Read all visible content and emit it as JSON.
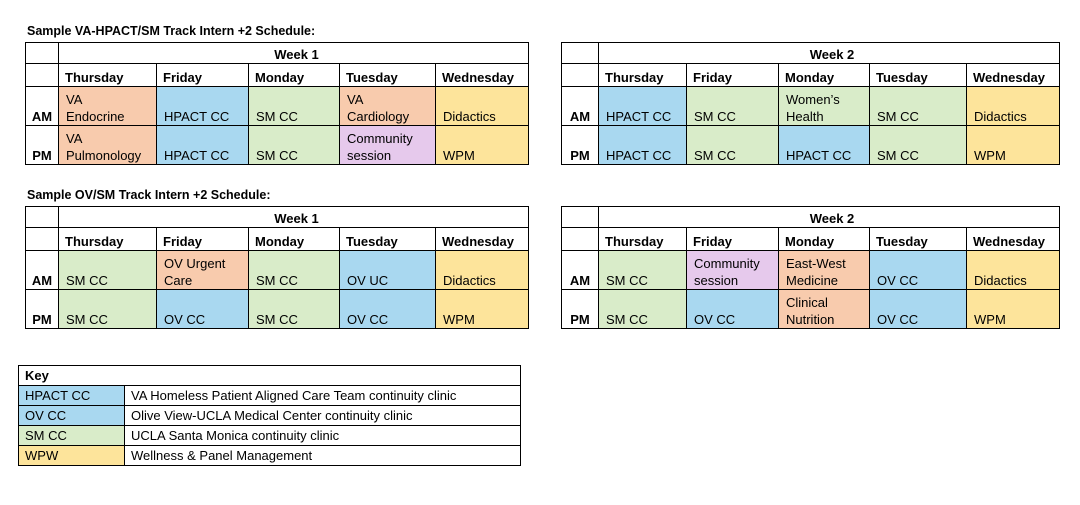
{
  "sections": [
    {
      "title": "Sample VA-HPACT/SM Track Intern +2 Schedule:",
      "tables": [
        {
          "week": "Week 1",
          "days": [
            "Thursday",
            "Friday",
            "Monday",
            "Tuesday",
            "Wednesday"
          ],
          "rows": [
            {
              "label": "AM",
              "cells": [
                {
                  "lines": [
                    "VA",
                    "Endocrine"
                  ],
                  "color": "orange"
                },
                {
                  "lines": [
                    "HPACT CC"
                  ],
                  "color": "blue"
                },
                {
                  "lines": [
                    "SM CC"
                  ],
                  "color": "green"
                },
                {
                  "lines": [
                    "VA",
                    "Cardiology"
                  ],
                  "color": "orange"
                },
                {
                  "lines": [
                    "Didactics"
                  ],
                  "color": "yellow"
                }
              ]
            },
            {
              "label": "PM",
              "cells": [
                {
                  "lines": [
                    "VA",
                    "Pulmonology"
                  ],
                  "color": "orange"
                },
                {
                  "lines": [
                    "HPACT CC"
                  ],
                  "color": "blue"
                },
                {
                  "lines": [
                    "SM CC"
                  ],
                  "color": "green"
                },
                {
                  "lines": [
                    "Community",
                    "session"
                  ],
                  "color": "purple"
                },
                {
                  "lines": [
                    "WPM"
                  ],
                  "color": "yellow"
                }
              ]
            }
          ]
        },
        {
          "week": "Week 2",
          "days": [
            "Thursday",
            "Friday",
            "Monday",
            "Tuesday",
            "Wednesday"
          ],
          "rows": [
            {
              "label": "AM",
              "cells": [
                {
                  "lines": [
                    "HPACT CC"
                  ],
                  "color": "blue"
                },
                {
                  "lines": [
                    "SM CC"
                  ],
                  "color": "green"
                },
                {
                  "lines": [
                    "Women’s",
                    "Health"
                  ],
                  "color": "green"
                },
                {
                  "lines": [
                    "SM CC"
                  ],
                  "color": "green"
                },
                {
                  "lines": [
                    "Didactics"
                  ],
                  "color": "yellow"
                }
              ]
            },
            {
              "label": "PM",
              "cells": [
                {
                  "lines": [
                    "HPACT CC"
                  ],
                  "color": "blue"
                },
                {
                  "lines": [
                    "SM CC"
                  ],
                  "color": "green"
                },
                {
                  "lines": [
                    "HPACT CC"
                  ],
                  "color": "blue"
                },
                {
                  "lines": [
                    "SM CC"
                  ],
                  "color": "green"
                },
                {
                  "lines": [
                    "WPM"
                  ],
                  "color": "yellow"
                }
              ]
            }
          ]
        }
      ]
    },
    {
      "title": "Sample OV/SM Track Intern +2 Schedule:",
      "tables": [
        {
          "week": "Week 1",
          "days": [
            "Thursday",
            "Friday",
            "Monday",
            "Tuesday",
            "Wednesday"
          ],
          "rows": [
            {
              "label": "AM",
              "cells": [
                {
                  "lines": [
                    "SM CC"
                  ],
                  "color": "green"
                },
                {
                  "lines": [
                    "OV Urgent",
                    "Care"
                  ],
                  "color": "orange"
                },
                {
                  "lines": [
                    "SM CC"
                  ],
                  "color": "green"
                },
                {
                  "lines": [
                    "OV UC"
                  ],
                  "color": "blue"
                },
                {
                  "lines": [
                    "Didactics"
                  ],
                  "color": "yellow"
                }
              ]
            },
            {
              "label": "PM",
              "cells": [
                {
                  "lines": [
                    "SM CC"
                  ],
                  "color": "green"
                },
                {
                  "lines": [
                    "OV CC"
                  ],
                  "color": "blue"
                },
                {
                  "lines": [
                    "SM CC"
                  ],
                  "color": "green"
                },
                {
                  "lines": [
                    "OV CC"
                  ],
                  "color": "blue"
                },
                {
                  "lines": [
                    "WPM"
                  ],
                  "color": "yellow"
                }
              ]
            }
          ]
        },
        {
          "week": "Week 2",
          "days": [
            "Thursday",
            "Friday",
            "Monday",
            "Tuesday",
            "Wednesday"
          ],
          "rows": [
            {
              "label": "AM",
              "cells": [
                {
                  "lines": [
                    "SM CC"
                  ],
                  "color": "green"
                },
                {
                  "lines": [
                    "Community",
                    "session"
                  ],
                  "color": "purple"
                },
                {
                  "lines": [
                    "East-West",
                    "Medicine"
                  ],
                  "color": "orange"
                },
                {
                  "lines": [
                    "OV CC"
                  ],
                  "color": "blue"
                },
                {
                  "lines": [
                    "Didactics"
                  ],
                  "color": "yellow"
                }
              ]
            },
            {
              "label": "PM",
              "cells": [
                {
                  "lines": [
                    "SM CC"
                  ],
                  "color": "green"
                },
                {
                  "lines": [
                    "OV CC"
                  ],
                  "color": "blue"
                },
                {
                  "lines": [
                    "Clinical",
                    "Nutrition"
                  ],
                  "color": "orange"
                },
                {
                  "lines": [
                    "OV CC"
                  ],
                  "color": "blue"
                },
                {
                  "lines": [
                    "WPM"
                  ],
                  "color": "yellow"
                }
              ]
            }
          ]
        }
      ]
    }
  ],
  "key": {
    "title": "Key",
    "items": [
      {
        "abbr": "HPACT CC",
        "desc": "VA Homeless Patient Aligned Care Team continuity clinic",
        "color": "blue"
      },
      {
        "abbr": "OV CC",
        "desc": "Olive View-UCLA Medical Center continuity clinic",
        "color": "blue"
      },
      {
        "abbr": "SM CC",
        "desc": "UCLA Santa Monica continuity clinic",
        "color": "green"
      },
      {
        "abbr": "WPW",
        "desc": "Wellness & Panel Management",
        "color": "yellow"
      }
    ]
  },
  "colors": {
    "orange": "#f8cbad",
    "blue": "#a9d8f0",
    "green": "#d9ecc9",
    "yellow": "#fde49b",
    "purple": "#e6c9ec"
  }
}
